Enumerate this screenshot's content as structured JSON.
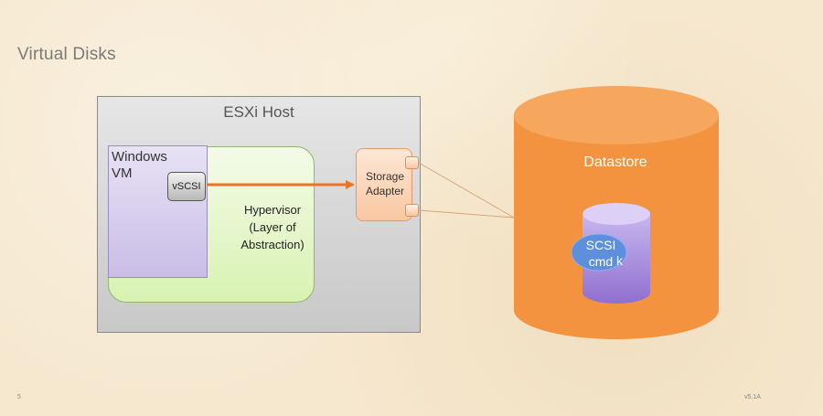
{
  "slide": {
    "title": "Virtual Disks",
    "page_number": "5",
    "version": "v5.1A"
  },
  "host": {
    "label": "ESXi Host"
  },
  "vm": {
    "label_line1": "Windows",
    "label_line2": "VM",
    "vscsi_label": "vSCSI"
  },
  "hypervisor": {
    "line1": "Hypervisor",
    "line2": "(Layer of",
    "line3": "Abstraction)"
  },
  "adapter": {
    "line1": "Storage",
    "line2": "Adapter"
  },
  "datastore": {
    "label": "Datastore",
    "disk_partial_text": "k"
  },
  "scsi_cmd": {
    "line1": "SCSI",
    "line2": "cmd"
  },
  "colors": {
    "datastore": "#f4933f",
    "arrow": "#e8742a",
    "disk": "#9b7fd1",
    "scsi_bubble": "#5d8fdc",
    "hypervisor": "#d8f2b2"
  }
}
